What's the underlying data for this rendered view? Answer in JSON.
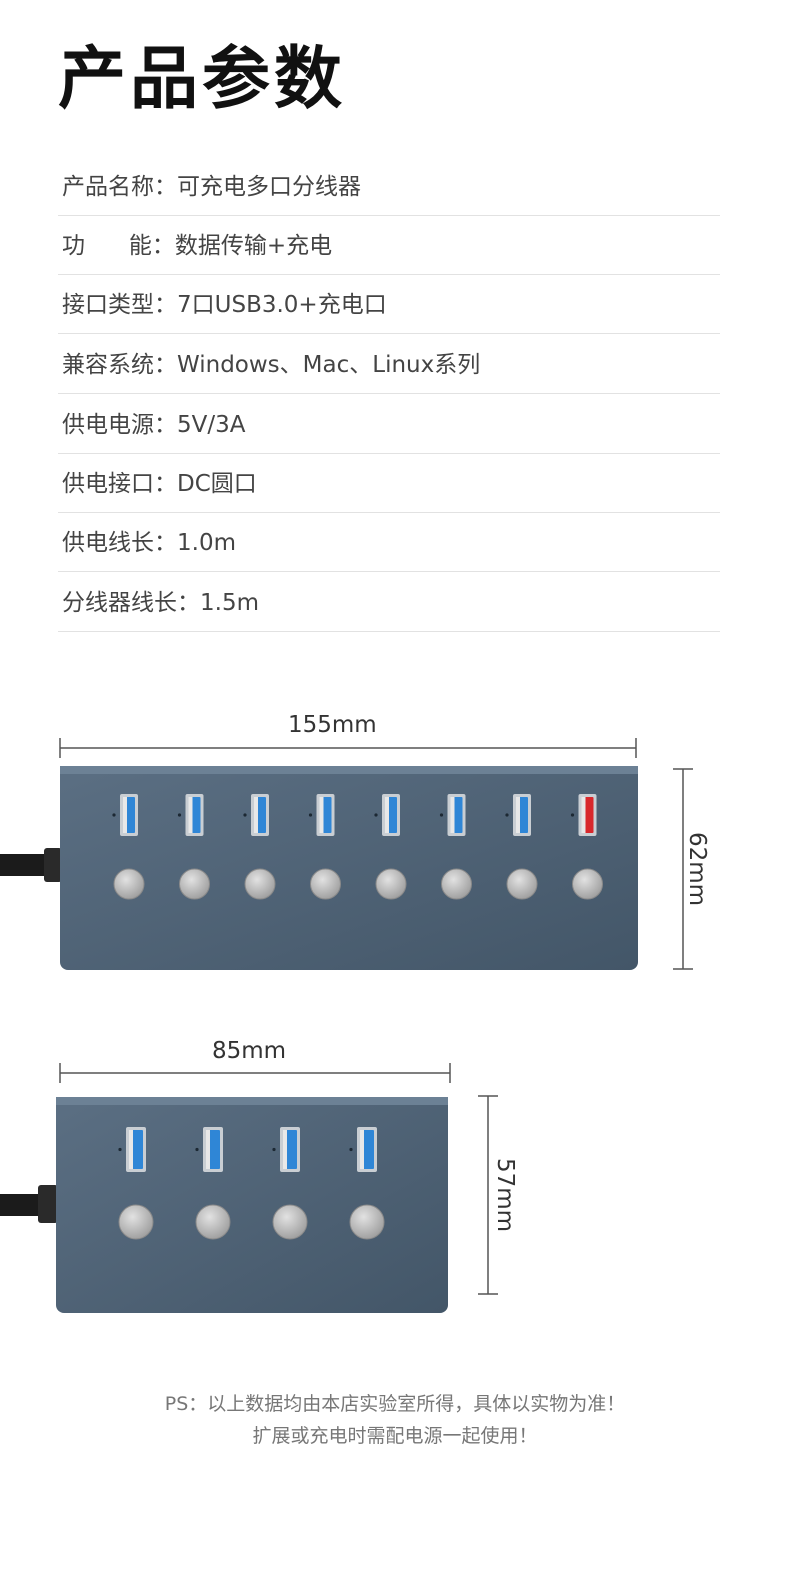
{
  "title": "产品参数",
  "specs": [
    "产品名称：可充电多口分线器",
    "功      能：数据传输+充电",
    "接口类型：7口USB3.0+充电口",
    "兼容系统：Windows、Mac、Linux系列",
    "供电电源：5V/3A",
    "供电接口：DC圆口",
    "供电线长：1.0m",
    "分线器线长：1.5m"
  ],
  "hub_large": {
    "width_label": "155mm",
    "height_label": "62mm",
    "ports": 8,
    "charge_ports": 1
  },
  "hub_small": {
    "width_label": "85mm",
    "height_label": "57mm",
    "ports": 4,
    "charge_ports": 0
  },
  "colors": {
    "hub_body": "#4f6478",
    "usb_blue": "#2f86d6",
    "charge_red": "#d8282c",
    "button": "#bdbdbd"
  },
  "ps": {
    "line1": "PS：以上数据均由本店实验室所得，具体以实物为准！",
    "line2": "扩展或充电时需配电源一起使用！"
  }
}
